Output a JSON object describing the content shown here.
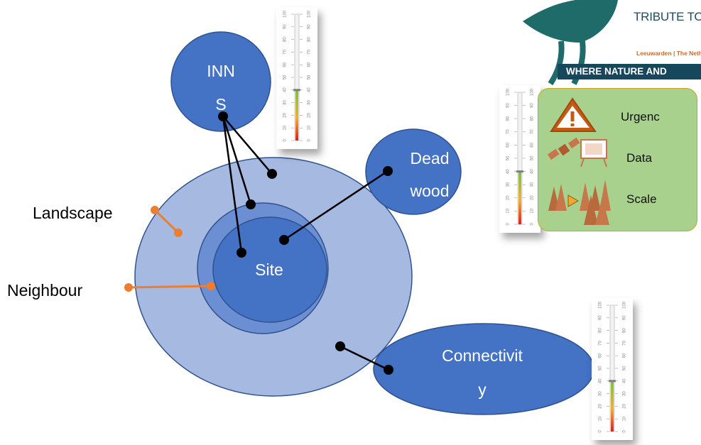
{
  "diagram": {
    "nodes": {
      "inns": {
        "line1": "INN",
        "line2": "S"
      },
      "deadwood": {
        "line1": "Dead",
        "line2": "wood"
      },
      "site": "Site",
      "connectivity": {
        "line1": "Connectivit",
        "line2": "y"
      }
    },
    "labels": {
      "landscape": "Landscape",
      "neighbour": "Neighbour"
    },
    "colors": {
      "node_dark": "#4472c4",
      "landscape_fill": "#a6b9e0",
      "neighbour_fill": "#6b8fd2",
      "outline": "#2f528f",
      "pointer": "#ed7d31",
      "connector": "#000000"
    }
  },
  "gauges": [
    {
      "name": "inns-gauge",
      "value": 40,
      "ticks": [
        "100",
        "90",
        "80",
        "70",
        "60",
        "50",
        "40",
        "30",
        "20",
        "10",
        "0"
      ]
    },
    {
      "name": "deadwood-gauge",
      "value": 40,
      "ticks": [
        "100",
        "90",
        "80",
        "70",
        "60",
        "50",
        "40",
        "30",
        "20",
        "10",
        "0"
      ]
    },
    {
      "name": "connectivity-gauge",
      "value": 40,
      "ticks": [
        "100",
        "90",
        "80",
        "70",
        "60",
        "50",
        "40",
        "30",
        "20",
        "10",
        "0"
      ]
    }
  ],
  "legend": {
    "urgency": "Urgenc\ny",
    "data": "Data",
    "scale": "Scale",
    "icons": [
      "warning-icon",
      "satellite-icon",
      "trees-scale-icon"
    ]
  },
  "logo": {
    "tribute": "TRIBUTE TO O",
    "city": "Leeuwarden | The Neth",
    "banner": "WHERE NATURE AND"
  }
}
